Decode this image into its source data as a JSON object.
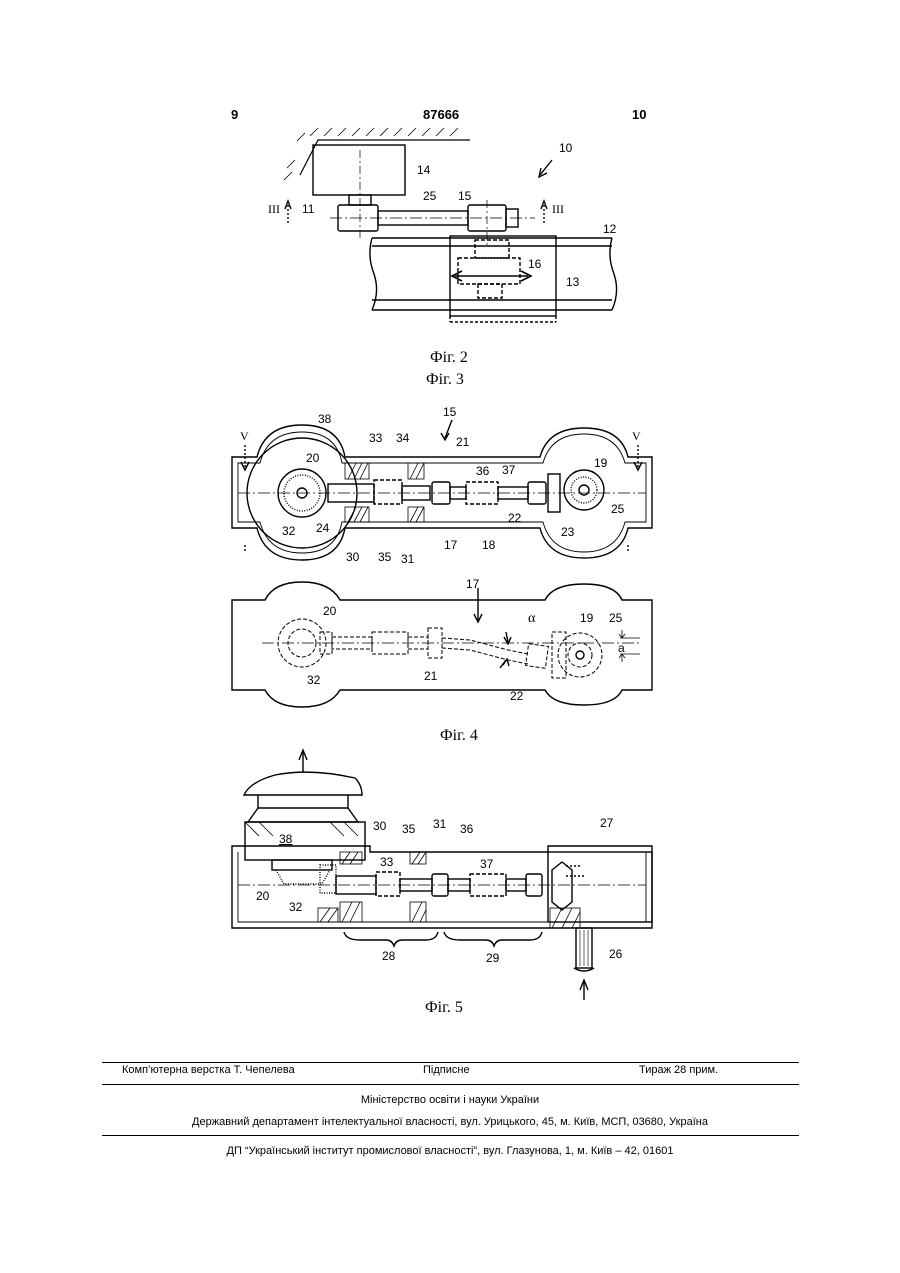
{
  "header": {
    "col_left": "9",
    "patent_number": "87666",
    "col_right": "10"
  },
  "figures": {
    "fig2": {
      "caption": "Фіг. 2",
      "labels": {
        "l10": "10",
        "l14": "14",
        "l11": "11",
        "l25": "25",
        "l15": "15",
        "l12": "12",
        "l16": "16",
        "l13": "13",
        "sec_left": "III",
        "sec_right": "III"
      }
    },
    "fig3": {
      "caption": "Фіг. 3",
      "labels": {
        "l38": "38",
        "l15": "15",
        "l33": "33",
        "l34": "34",
        "l21": "21",
        "l36": "36",
        "l37": "37",
        "l19": "19",
        "l20": "20",
        "l32": "32",
        "l24": "24",
        "l30": "30",
        "l35": "35",
        "l31": "31",
        "l17": "17",
        "l18": "18",
        "l22": "22",
        "l23": "23",
        "l25": "25",
        "sec_left": "V",
        "sec_right": "V"
      }
    },
    "fig4": {
      "caption": "Фіг. 4",
      "labels": {
        "l17": "17",
        "l20": "20",
        "alpha": "α",
        "l19": "19",
        "l25": "25",
        "a": "a",
        "l32": "32",
        "l21": "21",
        "l22": "22"
      }
    },
    "fig5": {
      "caption": "Фіг. 5",
      "labels": {
        "l38": "38",
        "l30": "30",
        "l35": "35",
        "l31": "31",
        "l36": "36",
        "l27": "27",
        "l33": "33",
        "l37": "37",
        "l20": "20",
        "l32": "32",
        "l28": "28",
        "l29": "29",
        "l26": "26"
      }
    }
  },
  "footer": {
    "typesetting": "Комп’ютерна верстка Т. Чепелева",
    "signed": "Підписне",
    "circulation": "Тираж 28 прим.",
    "ministry": "Міністерство освіти і науки України",
    "department": "Державний департамент інтелектуальної власності, вул. Урицького, 45, м. Київ, МСП, 03680, Україна",
    "institute": "ДП “Український інститут промислової власності”, вул. Глазунова, 1, м. Київ – 42, 01601"
  }
}
